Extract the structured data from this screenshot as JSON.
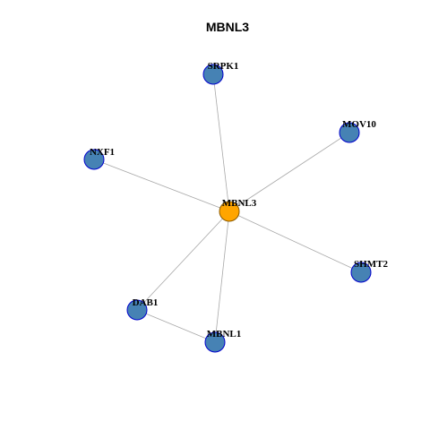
{
  "title": "MBNL3",
  "colors": {
    "center_fill": "#FFA500",
    "center_stroke": "#8B5A00",
    "neighbor_fill": "#4682B4",
    "neighbor_stroke": "#0000CD",
    "edge": "#A8A8A8"
  },
  "nodes": [
    {
      "id": "MBNL3",
      "label": "MBNL3",
      "role": "center"
    },
    {
      "id": "SRPK1",
      "label": "SRPK1",
      "role": "neighbor"
    },
    {
      "id": "MOV10",
      "label": "MOV10",
      "role": "neighbor"
    },
    {
      "id": "NXF1",
      "label": "NXF1",
      "role": "neighbor"
    },
    {
      "id": "SHMT2",
      "label": "SHMT2",
      "role": "neighbor"
    },
    {
      "id": "DAB1",
      "label": "DAB1",
      "role": "neighbor"
    },
    {
      "id": "MBNL1",
      "label": "MBNL1",
      "role": "neighbor"
    }
  ],
  "edges": [
    [
      "MBNL3",
      "SRPK1"
    ],
    [
      "MBNL3",
      "MOV10"
    ],
    [
      "MBNL3",
      "NXF1"
    ],
    [
      "MBNL3",
      "SHMT2"
    ],
    [
      "MBNL3",
      "DAB1"
    ],
    [
      "MBNL3",
      "MBNL1"
    ],
    [
      "DAB1",
      "MBNL1"
    ]
  ]
}
